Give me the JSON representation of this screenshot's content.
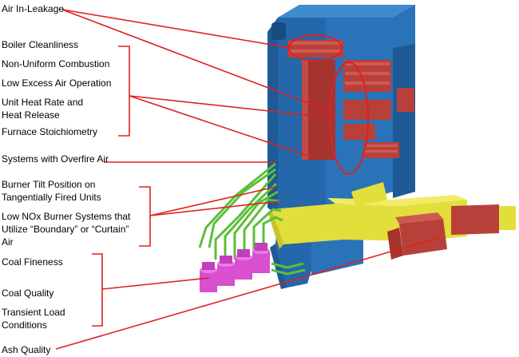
{
  "labels": {
    "air_in_leakage": "Air In-Leakage",
    "boiler_cleanliness": "Boiler Cleanliness",
    "non_uniform_combustion": "Non-Uniform Combustion",
    "low_excess_air": "Low Excess Air Operation",
    "unit_heat_rate_line1": "Unit Heat Rate and",
    "unit_heat_rate_line2": "Heat Release",
    "furnace_stoichiometry": "Furnace Stoichiometry",
    "overfire_air": "Systems with Overfire Air",
    "burner_tilt_line1": "Burner Tilt Position on",
    "burner_tilt_line2": "Tangentially Fired Units",
    "low_nox_line1": "Low NOx Burner Systems that",
    "low_nox_line2": "Utilize “Boundary” or “Curtain”",
    "low_nox_line3": "Air",
    "coal_fineness": "Coal Fineness",
    "coal_quality": "Coal Quality",
    "transient_load_line1": "Transient Load",
    "transient_load_line2": "Conditions",
    "ash_quality": "Ash Quality"
  },
  "colors": {
    "boiler_blue": "#2a73b8",
    "boiler_blue_dark": "#1d5a96",
    "heat_exchanger_red": "#b8403a",
    "duct_yellow": "#e3df3a",
    "pipe_green": "#5bbf3a",
    "pulverizer_magenta": "#d84fd0",
    "callout_red": "#e02020"
  }
}
